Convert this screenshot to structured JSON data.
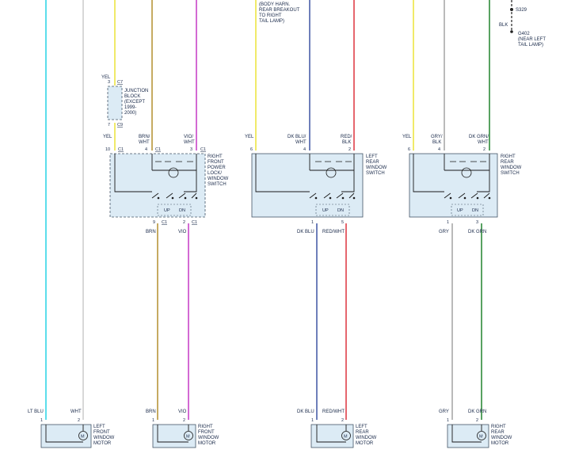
{
  "colors": {
    "cyan": "#33d6e6",
    "white": "#cfcfcf",
    "yellow": "#ece444",
    "brown": "#b8963a",
    "violet": "#c844c8",
    "dk_blue": "#4a5fa8",
    "red": "#e0404a",
    "gray": "#a8a8a8",
    "dk_green": "#2e8a3a",
    "black": "#222222"
  },
  "top_note": {
    "lines": [
      "(BODY HARN.",
      "REAR BREAKOUT",
      "TO RIGHT",
      "TAIL LAMP)"
    ]
  },
  "ground": {
    "splice": "S329",
    "wire": "BLK",
    "ground_id": "G402",
    "note_lines": [
      "(NEAR LEFT",
      "TAIL LAMP)"
    ]
  },
  "junction_block": {
    "wire_top": "YEL",
    "pin_top": "3",
    "conn_top": "C7",
    "pin_bottom": "7",
    "conn_bottom": "C9",
    "label_lines": [
      "JUNCTION",
      "BLOCK",
      "(EXCEPT",
      "1999-",
      "2000)"
    ]
  },
  "switches": [
    {
      "id": "rf",
      "name_lines": [
        "RIGHT",
        "FRONT",
        "POWER",
        "LOCK/",
        "WINDOW",
        "SWITCH"
      ],
      "top_wires": [
        {
          "wire": "YEL",
          "pin": "10",
          "conn": "C1"
        },
        {
          "wire_lines": [
            "BRN/",
            "WHT"
          ],
          "pin": "4",
          "conn": "C1"
        },
        {
          "wire_lines": [
            "VIO/",
            "WHT"
          ],
          "pin": "3",
          "conn": "C1"
        }
      ],
      "up": "UP",
      "dn": "DN",
      "bottom_pins": [
        {
          "pin": "9",
          "conn": "C1",
          "wire": "BRN"
        },
        {
          "pin": "2",
          "conn": "C1",
          "wire": "VIO"
        }
      ]
    },
    {
      "id": "lr",
      "name_lines": [
        "LEFT",
        "REAR",
        "WINDOW",
        "SWITCH"
      ],
      "top_wires": [
        {
          "wire": "YEL",
          "pin": "6"
        },
        {
          "wire_lines": [
            "DK BLU/",
            "WHT"
          ],
          "pin": "4"
        },
        {
          "wire_lines": [
            "RED/",
            "BLK"
          ],
          "pin": "2"
        }
      ],
      "up": "UP",
      "dn": "DN",
      "bottom_pins": [
        {
          "pin": "1",
          "wire": "DK BLU"
        },
        {
          "pin": "5",
          "wire": "RED/WHT"
        }
      ]
    },
    {
      "id": "rr",
      "name_lines": [
        "RIGHT",
        "REAR",
        "WINDOW",
        "SWITCH"
      ],
      "top_wires": [
        {
          "wire": "YEL",
          "pin": "6"
        },
        {
          "wire_lines": [
            "GRY/",
            "BLK"
          ],
          "pin": "4"
        },
        {
          "wire_lines": [
            "DK GRN/",
            "WHT"
          ],
          "pin": "2"
        }
      ],
      "up": "UP",
      "dn": "DN",
      "bottom_pins": [
        {
          "pin": "1",
          "wire": "GRY"
        },
        {
          "pin": "3",
          "wire": "DK GRN"
        }
      ]
    }
  ],
  "motors": [
    {
      "id": "lf",
      "wires": [
        "LT BLU",
        "WHT"
      ],
      "pins": [
        "1",
        "2"
      ],
      "name_lines": [
        "LEFT",
        "FRONT",
        "WINDOW",
        "MOTOR"
      ]
    },
    {
      "id": "rf",
      "wires": [
        "BRN",
        "VIO"
      ],
      "pins": [
        "1",
        "2"
      ],
      "name_lines": [
        "RIGHT",
        "FRONT",
        "WINDOW",
        "MOTOR"
      ]
    },
    {
      "id": "lr",
      "wires": [
        "DK BLU",
        "RED/WHT"
      ],
      "pins": [
        "1",
        "2"
      ],
      "name_lines": [
        "LEFT",
        "REAR",
        "WINDOW",
        "MOTOR"
      ]
    },
    {
      "id": "rr",
      "wires": [
        "GRY",
        "DK GRN"
      ],
      "pins": [
        "1",
        "2"
      ],
      "name_lines": [
        "RIGHT",
        "REAR",
        "WINDOW",
        "MOTOR"
      ]
    }
  ],
  "motor_symbol": "M"
}
